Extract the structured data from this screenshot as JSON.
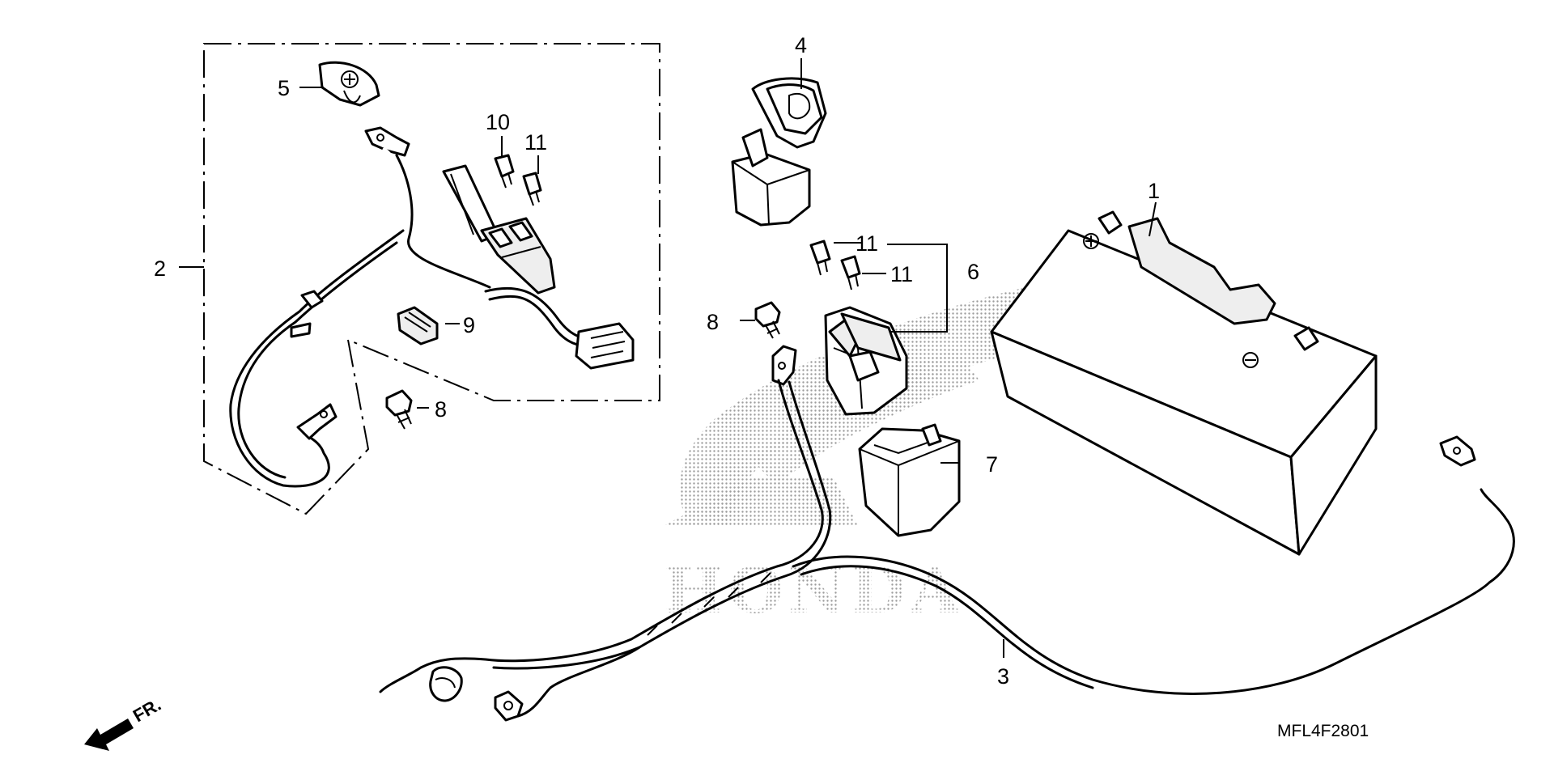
{
  "diagram": {
    "callouts": [
      {
        "id": "c1",
        "label": "1"
      },
      {
        "id": "c2",
        "label": "2"
      },
      {
        "id": "c3",
        "label": "3"
      },
      {
        "id": "c4",
        "label": "4"
      },
      {
        "id": "c5",
        "label": "5"
      },
      {
        "id": "c6",
        "label": "6"
      },
      {
        "id": "c7",
        "label": "7"
      },
      {
        "id": "c8a",
        "label": "8"
      },
      {
        "id": "c8b",
        "label": "8"
      },
      {
        "id": "c9",
        "label": "9"
      },
      {
        "id": "c10",
        "label": "10"
      },
      {
        "id": "c11a",
        "label": "11"
      },
      {
        "id": "c11b",
        "label": "11"
      },
      {
        "id": "c11c",
        "label": "11"
      }
    ],
    "code": "MFL4F2801",
    "direction_label": "FR.",
    "watermark_text": "HONDA",
    "colors": {
      "ink": "#000000",
      "paper": "#ffffff",
      "watermark": "#8c8c8c"
    }
  }
}
